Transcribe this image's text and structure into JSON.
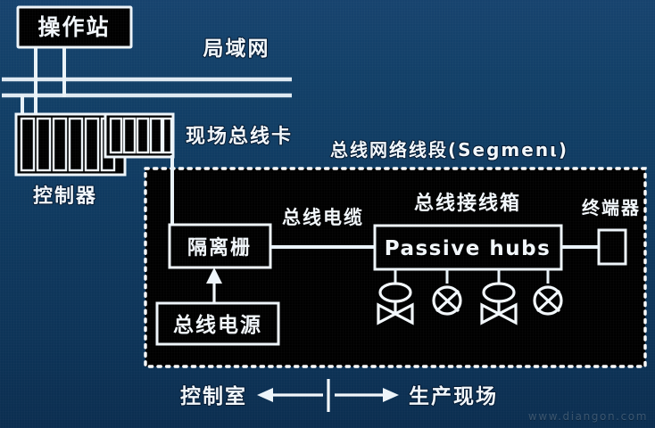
{
  "figure": {
    "title": "Fieldbus control system network architecture diagram",
    "background_color": "#0f3a60",
    "line_color": "#eef5fa",
    "box_fill": "#000000",
    "watermark": "www.diangon.com"
  },
  "labels": {
    "operator_station": "操作站",
    "lan": "局域网",
    "fieldbus_card": "现场总线卡",
    "controller": "控制器",
    "segment": "总线网络线段(Segmenι)",
    "isolation_barrier": "隔离栅",
    "bus_cable": "总线电缆",
    "bus_junction_box": "总线接线箱",
    "passive_hubs": "Passive hubs",
    "terminator": "终端器",
    "bus_power_supply": "总线电源",
    "control_room": "控制室",
    "production_field": "生产现场"
  },
  "field_devices": [
    {
      "type": "valve",
      "name": "control-valve-1"
    },
    {
      "type": "transmitter",
      "name": "transmitter-1"
    },
    {
      "type": "valve",
      "name": "control-valve-2"
    },
    {
      "type": "transmitter",
      "name": "transmitter-2"
    }
  ],
  "controller_rack": {
    "tall_cards": 6,
    "short_cards": 5
  },
  "lan_bus_lines": 2
}
